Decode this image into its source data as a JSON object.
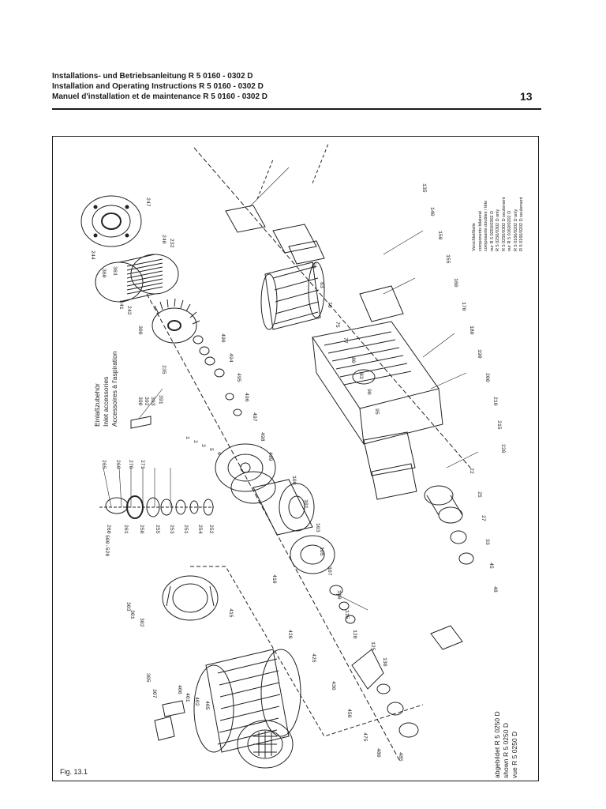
{
  "header": {
    "line_de": "Installations- und Betriebsanleitung R 5 0160 - 0302 D",
    "line_en": "Installation and Operating Instructions R 5 0160 - 0302 D",
    "line_fr": "Manuel d'installation et de maintenance R 5 0160 - 0302 D",
    "page_number": "13"
  },
  "figure": {
    "label": "Fig. 13.1",
    "inlet_accessories": {
      "de": "Einlaßzubehör",
      "en": "Inlet accessories",
      "fr": "Accessoires à l'aspiration"
    },
    "shown": {
      "de": "abgebildet",
      "en": "shown",
      "fr": "vue",
      "model": "R 5 0250 D"
    },
    "legend": {
      "wear_parts_de": "Verschleißteile",
      "wear_parts_en": "components bilateral",
      "wear_parts_fr": "composants doubles / tête",
      "only_de": "nur R 5 0250/0302 D",
      "only_en": "R 5 0250/0302 D only",
      "only_fr": "R 5 0250/0302 D seulement",
      "xx_only_de": "nur R 5 0160/0202 D",
      "xx_only_en": "R 5 0160/0202 D only",
      "xx_only_fr": "R 5 0160/0202 D seulement"
    },
    "part_numbers": [
      "500-520",
      "265",
      "266",
      "270",
      "271",
      "260",
      "261",
      "250",
      "255",
      "253",
      "251",
      "254",
      "252",
      "391",
      "393",
      "392",
      "390",
      "247",
      "244",
      "360",
      "363",
      "242",
      "241",
      "240",
      "232",
      "235",
      "300",
      "301",
      "302",
      "303",
      "305",
      "307",
      "1",
      "2",
      "3",
      "5",
      "6",
      "22",
      "25",
      "27",
      "33",
      "45",
      "48",
      "50",
      "63",
      "70",
      "75",
      "77",
      "80",
      "83",
      "90",
      "95",
      "100",
      "101",
      "103",
      "105",
      "107",
      "110",
      "115",
      "120",
      "125",
      "130",
      "135",
      "140",
      "150",
      "155",
      "160",
      "170",
      "180",
      "190",
      "200",
      "210",
      "215",
      "220",
      "400",
      "401",
      "402",
      "405",
      "410",
      "415",
      "420",
      "425",
      "430",
      "450",
      "475",
      "480",
      "485",
      "490",
      "494",
      "495",
      "496",
      "497",
      "498",
      "499"
    ]
  }
}
